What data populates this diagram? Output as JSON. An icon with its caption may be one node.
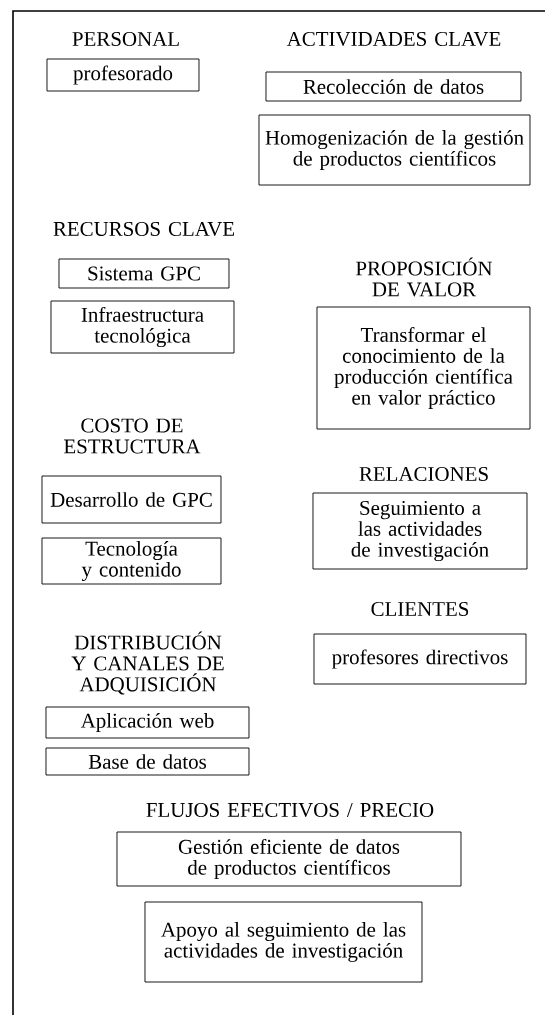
{
  "diagram": {
    "nodes": [
      {
        "text": [
          "profesorado"
        ]
      },
      {
        "text": [
          "Recolección de datos"
        ]
      },
      {
        "text": [
          "Homogenización de la gestión de productos científicos"
        ]
      },
      {
        "text": [
          "Sistema GPC"
        ]
      },
      {
        "text": [
          "Infraestructura tecnológica"
        ]
      },
      {
        "text": [
          "Transformar el conocimiento de la producción científica en valor práctico"
        ]
      },
      {
        "text": [
          "Desarrollo de GPC"
        ]
      },
      {
        "text": [
          "Tecnología y contenido"
        ]
      },
      {
        "text": [
          "Seguimiento a las actividades de investigación"
        ]
      },
      {
        "text": [
          "profesores directivos"
        ]
      },
      {
        "text": [
          "Aplicación web"
        ]
      },
      {
        "text": [
          "Base de datos"
        ]
      },
      {
        "text": [
          "Gestión eficiente de datos de productos científicos"
        ]
      },
      {
        "text": [
          "Apoyo al seguimiento de las actividades de investigación"
        ]
      }
    ],
    "labels": [
      "PERSONAL",
      "ACTIVIDADES CLAVE",
      "RECURSOS CLAVE",
      "PROPOSICIÓN DE VALOR",
      "COSTO DE ESTRUCTURA",
      "RELACIONES",
      "CLIENTES",
      "DISTRIBUCIÓN Y CANALES DE ADQUISICIÓN",
      "FLUJOS EFECTIVOS / PRECIO"
    ]
  }
}
